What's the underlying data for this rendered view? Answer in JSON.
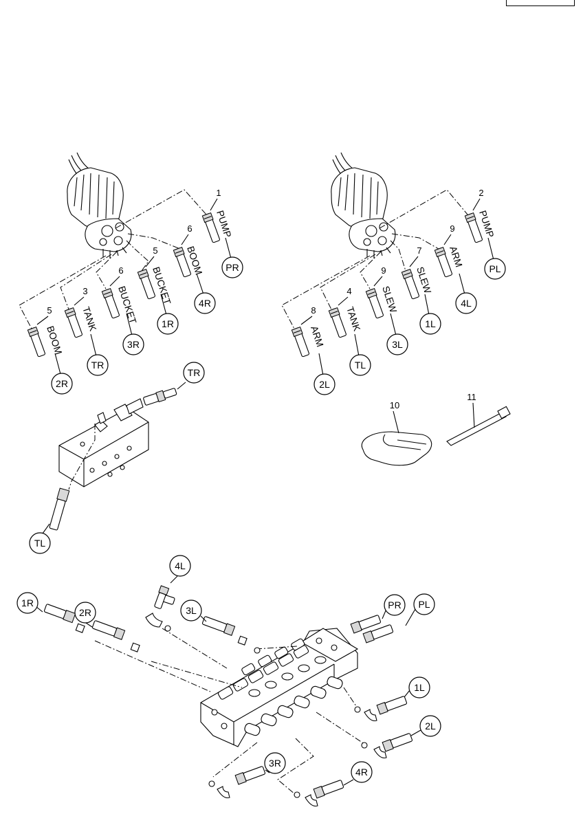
{
  "page_ref": "",
  "left_group": {
    "items": [
      {
        "num": "1",
        "label": "PUMP",
        "tag": "PR"
      },
      {
        "num": "6",
        "label": "BOOM",
        "tag": "4R"
      },
      {
        "num": "5",
        "label": "BUCKET",
        "tag": "1R"
      },
      {
        "num": "6",
        "label": "BUCKET",
        "tag": "3R"
      },
      {
        "num": "3",
        "label": "TANK",
        "tag": "TR"
      },
      {
        "num": "5",
        "label": "BOOM",
        "tag": "2R"
      }
    ]
  },
  "right_group": {
    "items": [
      {
        "num": "2",
        "label": "PUMP",
        "tag": "PL"
      },
      {
        "num": "9",
        "label": "ARM",
        "tag": "4L"
      },
      {
        "num": "7",
        "label": "SLEW",
        "tag": "1L"
      },
      {
        "num": "9",
        "label": "SLEW",
        "tag": "3L"
      },
      {
        "num": "4",
        "label": "TANK",
        "tag": "TL"
      },
      {
        "num": "8",
        "label": "ARM",
        "tag": "2L"
      }
    ]
  },
  "manifold": {
    "top_tag": "TR",
    "bottom_tag": "TL"
  },
  "accessories": {
    "part_10": "10",
    "part_11": "11"
  },
  "valve_block": {
    "tags": [
      "4L",
      "1R",
      "2R",
      "3L",
      "PR",
      "PL",
      "1L",
      "2L",
      "3R",
      "4R"
    ]
  }
}
